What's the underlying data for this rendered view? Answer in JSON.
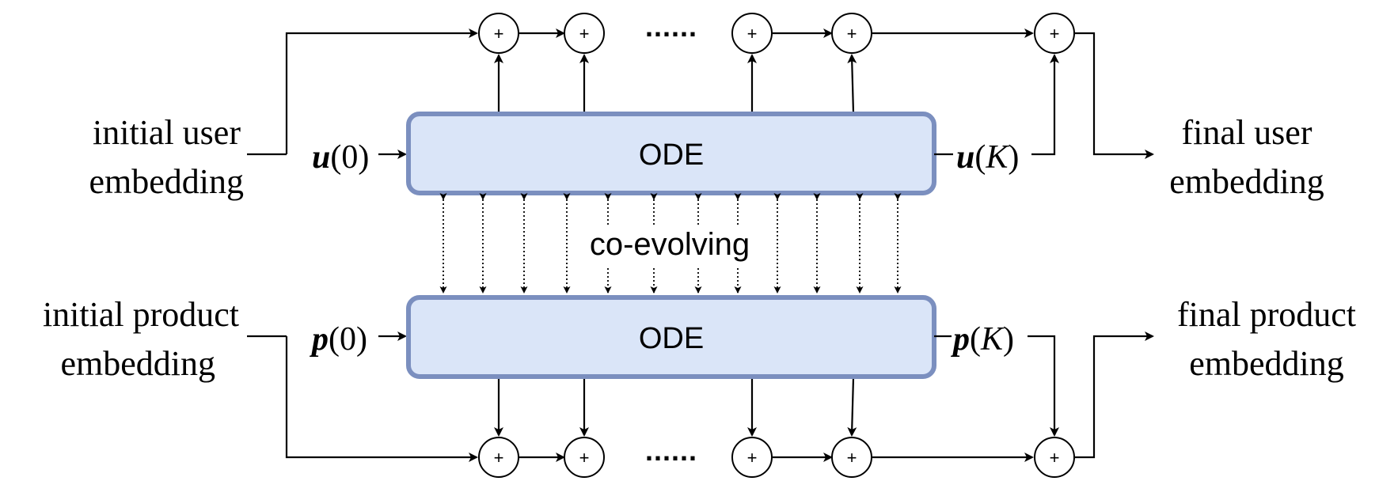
{
  "inputs": {
    "user": {
      "line1": "initial user",
      "line2": "embedding",
      "symbol": "u",
      "arg": "(0)"
    },
    "product": {
      "line1": "initial product",
      "line2": "embedding",
      "symbol": "p",
      "arg": "(0)"
    }
  },
  "outputs": {
    "user": {
      "line1": "final user",
      "line2": "embedding",
      "symbol": "u",
      "arg_open": "(",
      "arg_var": "K",
      "arg_close": ")"
    },
    "product": {
      "line1": "final product",
      "line2": "embedding",
      "symbol": "p",
      "arg_open": "(",
      "arg_var": "K",
      "arg_close": ")"
    }
  },
  "blocks": {
    "user_ode": "ODE",
    "product_ode": "ODE"
  },
  "coupling_label": "co-evolving",
  "adder_symbol": "+",
  "ellipsis": "......"
}
